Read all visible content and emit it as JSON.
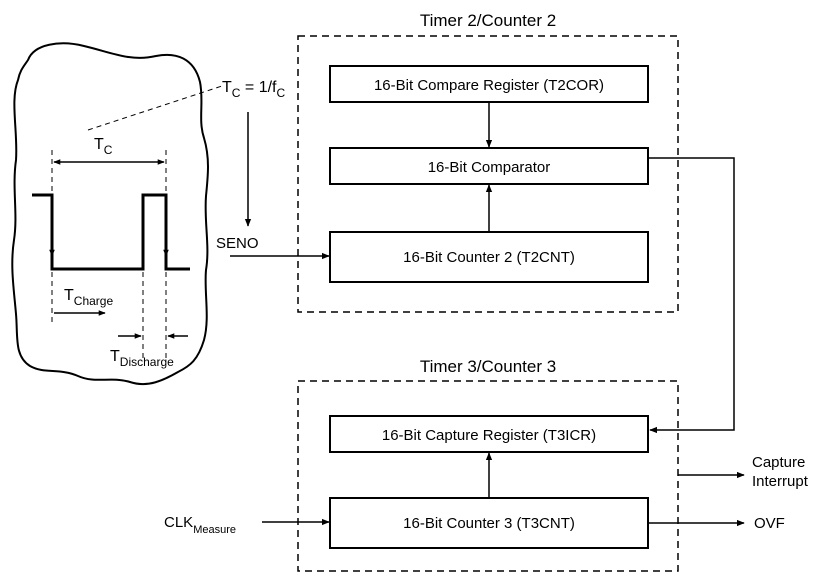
{
  "timer2": {
    "title": "Timer 2/Counter 2",
    "compare_register": "16-Bit Compare Register (T2COR)",
    "comparator": "16-Bit Comparator",
    "counter": "16-Bit Counter 2 (T2CNT)"
  },
  "timer3": {
    "title": "Timer 3/Counter 3",
    "capture_register": "16-Bit Capture Register (T3ICR)",
    "counter": "16-Bit Counter 3 (T3CNT)"
  },
  "signals": {
    "seno": "SENO",
    "clk_main": "CLK",
    "clk_sub": "Measure",
    "capture_line1": "Capture",
    "capture_line2": "Interrupt",
    "ovf": "OVF"
  },
  "waveform": {
    "tc_main": "T",
    "tc_sub": "C",
    "formula_t": "T",
    "formula_t_sub": "C",
    "formula_eq": " = 1/f",
    "formula_f_sub": "C",
    "tcharge_main": "T",
    "tcharge_sub": "Charge",
    "tdischarge_main": "T",
    "tdischarge_sub": "Discharge"
  }
}
